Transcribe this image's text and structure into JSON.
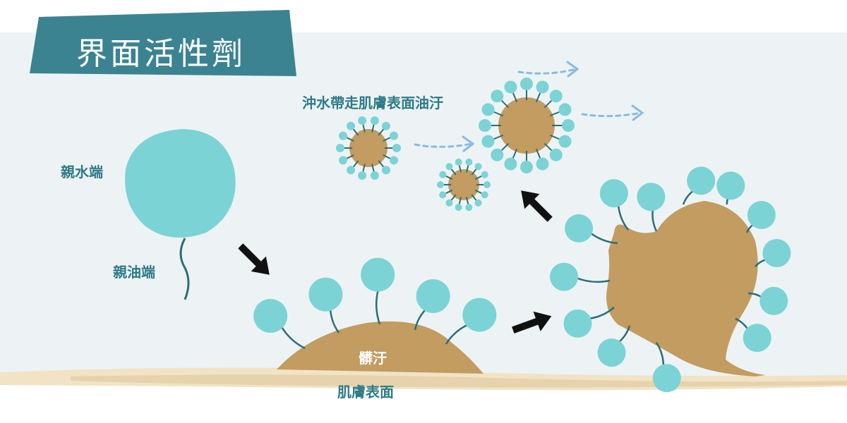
{
  "title": "界面活性劑",
  "labels": {
    "hydrophilic_end": "親水端",
    "lipophilic_end": "親油端",
    "dirt": "髒汙",
    "skin_surface": "肌膚表面",
    "wash_away": "沖水帶走肌膚表面油汙"
  },
  "colors": {
    "background": "#edf3f4",
    "banner": "#3c8391",
    "head": "#7bd3d6",
    "tail": "#2c6e78",
    "oil": "#c29c60",
    "skin": "#f1e3c4",
    "label": "#2e7a87",
    "flow_arrow": "#87bbe8",
    "step_arrow": "#111111"
  },
  "icons": [
    "step-arrow-icon",
    "flow-arrow-icon",
    "micelle-icon"
  ]
}
